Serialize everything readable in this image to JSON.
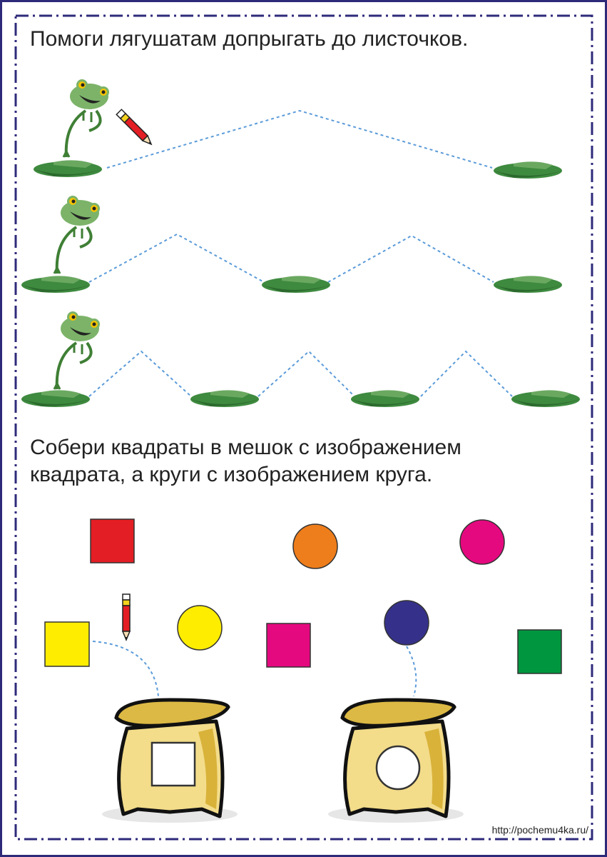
{
  "task1": {
    "instruction": "Помоги лягушатам допрыгать до листочков."
  },
  "task2": {
    "instruction_line1": "Собери квадраты в мешок с изображением",
    "instruction_line2": "квадрата, а круги с изображением круга."
  },
  "footer": {
    "url": "http://pochemu4ka.ru/"
  },
  "colors": {
    "border": "#2e2a7a",
    "dashes": "#5b9bd9",
    "red": "#e31e24",
    "orange": "#ee7d1b",
    "magenta": "#e5097f",
    "yellow": "#ffed00",
    "navy": "#35318a",
    "green": "#009640"
  }
}
